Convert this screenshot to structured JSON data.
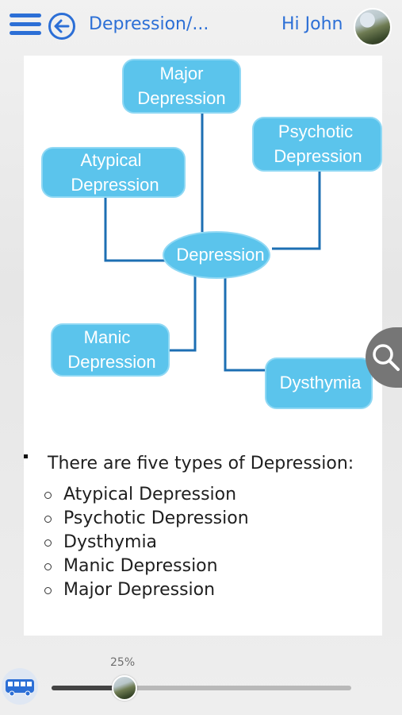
{
  "header": {
    "title": "Depression/...",
    "greeting": "Hi John",
    "menu_icon": "hamburger-menu-icon",
    "back_icon": "back-arrow-circle-icon",
    "accent_color": "#2c6fd6"
  },
  "diagram": {
    "center": "Depression",
    "nodes": {
      "major": [
        "Major",
        "Depression"
      ],
      "atypical": [
        "Atypical",
        "Depression"
      ],
      "psychotic": [
        "Psychotic",
        "Depression"
      ],
      "manic": [
        "Manic",
        "Depression"
      ],
      "dysthymia": [
        "Dysthymia"
      ]
    },
    "node_fill": "#5bc4ec",
    "connector_color": "#1d6fb3"
  },
  "content": {
    "intro": "There are five types of Depression:",
    "items": [
      "Atypical Depression",
      "Psychotic Depression",
      "Dysthymia",
      "Manic Depression",
      "Major Depression"
    ]
  },
  "footer": {
    "progress_label": "25%",
    "progress_fraction": 0.24
  },
  "icons": {
    "search": "search-icon",
    "bus": "bus-icon"
  }
}
